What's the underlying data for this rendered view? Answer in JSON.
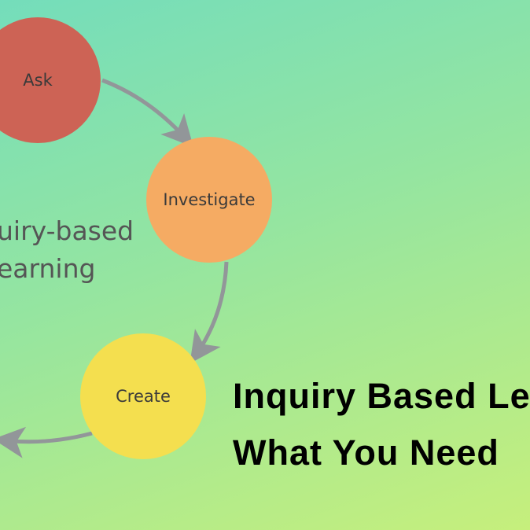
{
  "cycle": {
    "steps": [
      {
        "label": "Ask",
        "color": "#cd6355"
      },
      {
        "label": "Investigate",
        "color": "#f5ab63"
      },
      {
        "label": "Create",
        "color": "#f4df4f"
      }
    ],
    "center_label_line1": "uiry-based",
    "center_label_line2": "earning",
    "arrow_color": "#929699"
  },
  "headline": {
    "line1": "Inquiry Based Le",
    "line2": "What You Need"
  }
}
